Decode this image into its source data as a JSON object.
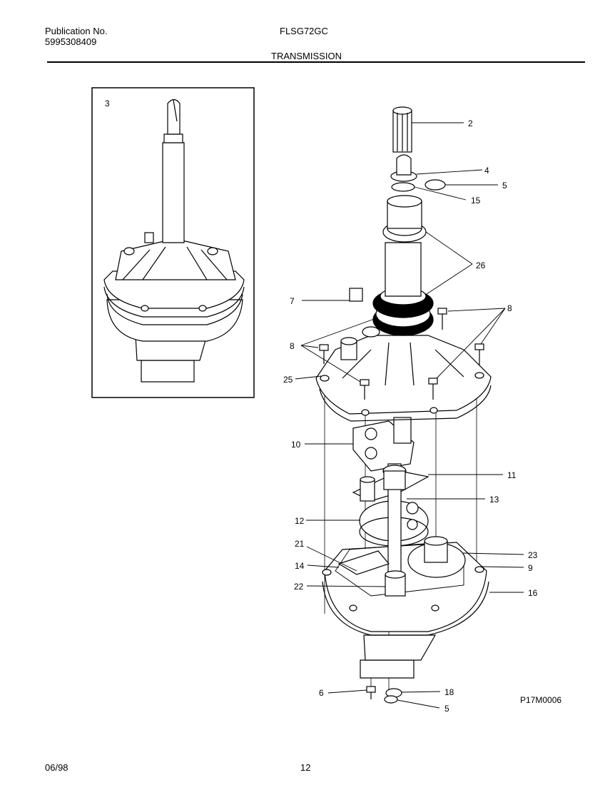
{
  "header": {
    "publication_label": "Publication No.",
    "publication_number": "5995308409",
    "model": "FLSG72GC",
    "section_title": "TRANSMISSION"
  },
  "diagram": {
    "inset_label": "3",
    "part_labels": {
      "p2": "2",
      "p4": "4",
      "p5a": "5",
      "p15": "15",
      "p26": "26",
      "p7": "7",
      "p8r": "8",
      "p8l": "8",
      "p25": "25",
      "p10": "10",
      "p11": "11",
      "p13": "13",
      "p12": "12",
      "p21": "21",
      "p23": "23",
      "p14": "14",
      "p9": "9",
      "p22": "22",
      "p16": "16",
      "p6": "6",
      "p18": "18",
      "p5b": "5"
    },
    "drawing_code": "P17M0006"
  },
  "footer": {
    "date": "06/98",
    "page_number": "12"
  }
}
